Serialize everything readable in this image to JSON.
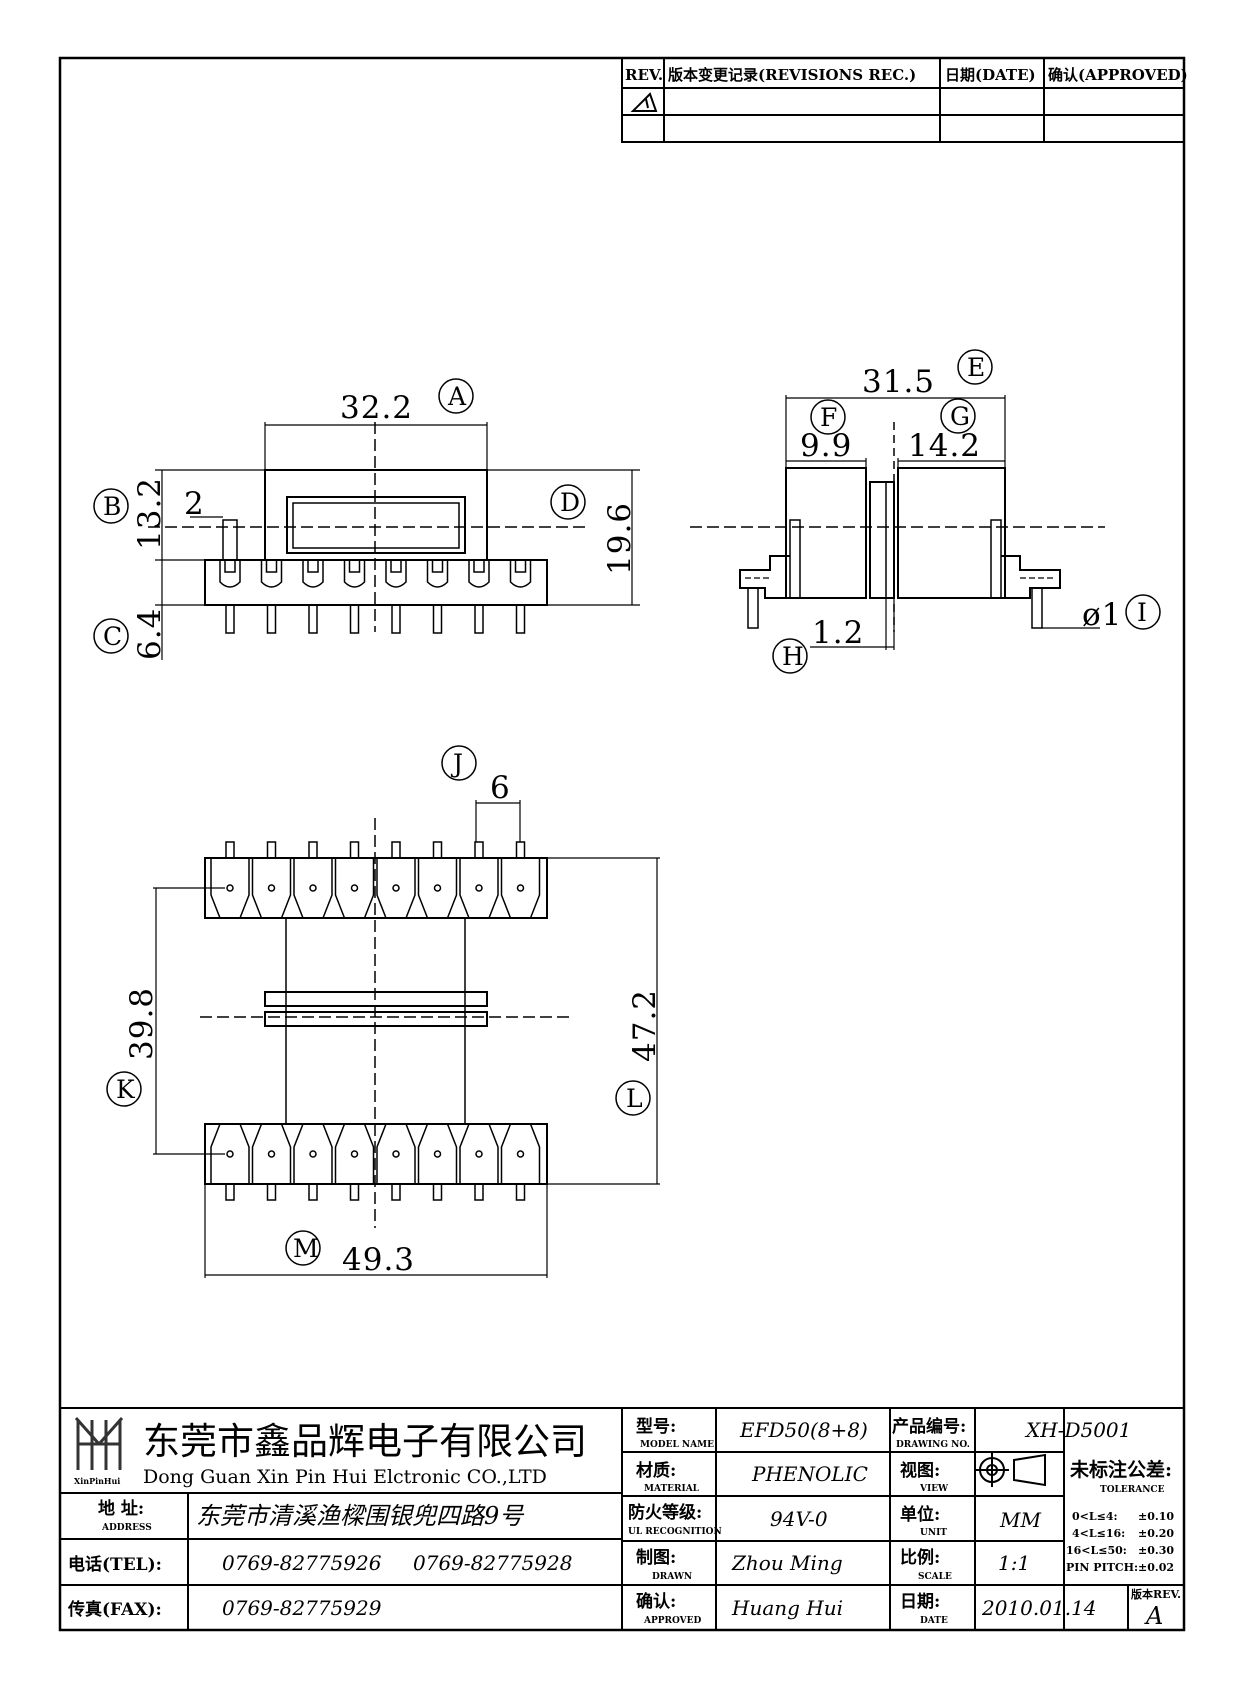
{
  "revision_table": {
    "rev_header": "REV.",
    "records_header": "版本变更记录(REVISIONS REC.)",
    "date_header": "日期(DATE)",
    "approved_header": "确认(APPROVED)"
  },
  "front_view": {
    "dim_a": "32.2",
    "label_a": "A",
    "dim_b": "13.2",
    "label_b": "B",
    "dim_pin": "2",
    "dim_c": "6.4",
    "label_c": "C",
    "dim_d": "19.6",
    "label_d": "D"
  },
  "side_view": {
    "dim_e": "31.5",
    "label_e": "E",
    "dim_f": "9.9",
    "label_f": "F",
    "dim_g": "14.2",
    "label_g": "G",
    "dim_h": "1.2",
    "label_h": "H",
    "dim_i": "ø1",
    "label_i": "I"
  },
  "top_view": {
    "label_j": "J",
    "dim_j": "6",
    "dim_k": "39.8",
    "label_k": "K",
    "dim_l": "47.2",
    "label_l": "L",
    "dim_m": "49.3",
    "label_m": "M"
  },
  "title_block": {
    "logo_text": "XinPinHui",
    "company_cn": "东莞市鑫品辉电子有限公司",
    "company_en": "Dong Guan Xin Pin Hui Elctronic CO.,LTD",
    "address_label": "地 址:",
    "address_label_en": "ADDRESS",
    "address_value": "东莞市清溪渔樑围银兜四路9号",
    "tel_label": "电话(TEL):",
    "tel_value_1": "0769-82775926",
    "tel_value_2": "0769-82775928",
    "fax_label": "传真(FAX):",
    "fax_value": "0769-82775929",
    "model_label": "型号:",
    "model_label_en": "MODEL NAME",
    "model_value": "EFD50(8+8)",
    "material_label": "材质:",
    "material_label_en": "MATERIAL",
    "material_value": "PHENOLIC",
    "fire_label": "防火等级:",
    "fire_label_en": "UL RECOGNITION",
    "fire_value": "94V-0",
    "drawn_label": "制图:",
    "drawn_label_en": "DRAWN",
    "drawn_value": "Zhou Ming",
    "approved_label": "确认:",
    "approved_label_en": "APPROVED",
    "approved_value": "Huang Hui",
    "drawing_no_label": "产品编号:",
    "drawing_no_label_en": "DRAWING NO.",
    "drawing_no_value": "XH-D5001",
    "view_label": "视图:",
    "view_label_en": "VIEW",
    "unit_label": "单位:",
    "unit_label_en": "UNIT",
    "unit_value": "MM",
    "scale_label": "比例:",
    "scale_label_en": "SCALE",
    "scale_value": "1:1",
    "date_label": "日期:",
    "date_label_en": "DATE",
    "date_value": "2010.01.14",
    "tolerance_label": "未标注公差:",
    "tolerance_label_en": "TOLERANCE",
    "tolerance_rows": [
      {
        "range": "0<L≤4:",
        "value": "±0.10"
      },
      {
        "range": "4<L≤16:",
        "value": "±0.20"
      },
      {
        "range": "16<L≤50:",
        "value": "±0.30"
      },
      {
        "range": "PIN PITCH:",
        "value": "±0.02"
      }
    ],
    "version_label": "版本REV.",
    "version_value": "A"
  }
}
